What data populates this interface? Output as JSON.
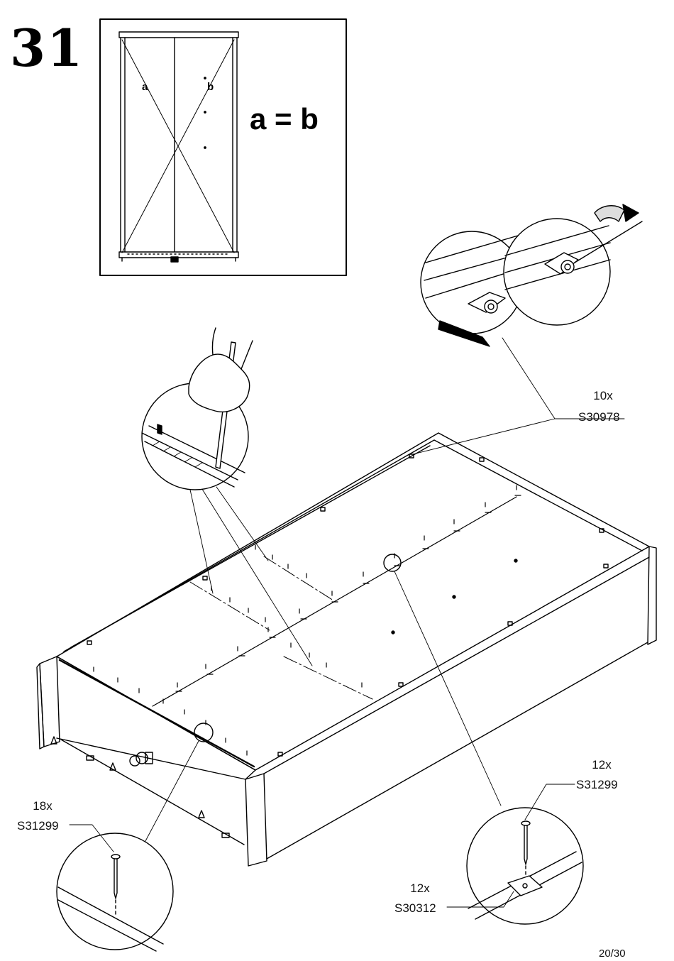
{
  "step": {
    "number": "31"
  },
  "diagonal_check": {
    "label_a": "a",
    "label_b": "b",
    "equation": "a = b"
  },
  "callouts": {
    "cam_lock": {
      "quantity": "10x",
      "part_code": "S30978"
    },
    "nails_side": {
      "quantity": "18x",
      "part_code": "S31299"
    },
    "nails_plate": {
      "quantity": "12x",
      "part_code": "S31299"
    },
    "plate": {
      "quantity": "12x",
      "part_code": "S30312"
    }
  },
  "page": {
    "number": "20/30"
  },
  "icons": [
    "hand-pencil-icon",
    "screwdriver-icon",
    "rotation-arrow-icon",
    "push-arrow-icon",
    "nail-icon",
    "connector-plate-icon"
  ]
}
